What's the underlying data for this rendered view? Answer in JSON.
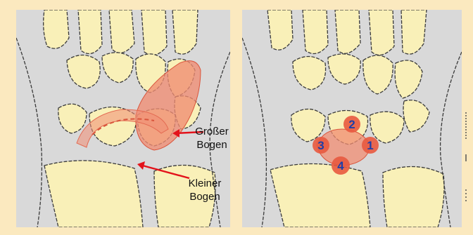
{
  "colors": {
    "background": "#fbe9bf",
    "bone_fill": "#f9f0b8",
    "soft_tissue": "#d9d9d9",
    "arc_highlight": "#f08c72",
    "arrow_red": "#e3131b",
    "number_blue": "#1e3fa8"
  },
  "left_panel": {
    "label_large_arc_line1": "Großer",
    "label_large_arc_line2": "Bogen",
    "label_small_arc_line1": "Kleiner",
    "label_small_arc_line2": "Bogen"
  },
  "right_panel": {
    "markers": [
      "1",
      "2",
      "3",
      "4"
    ]
  }
}
